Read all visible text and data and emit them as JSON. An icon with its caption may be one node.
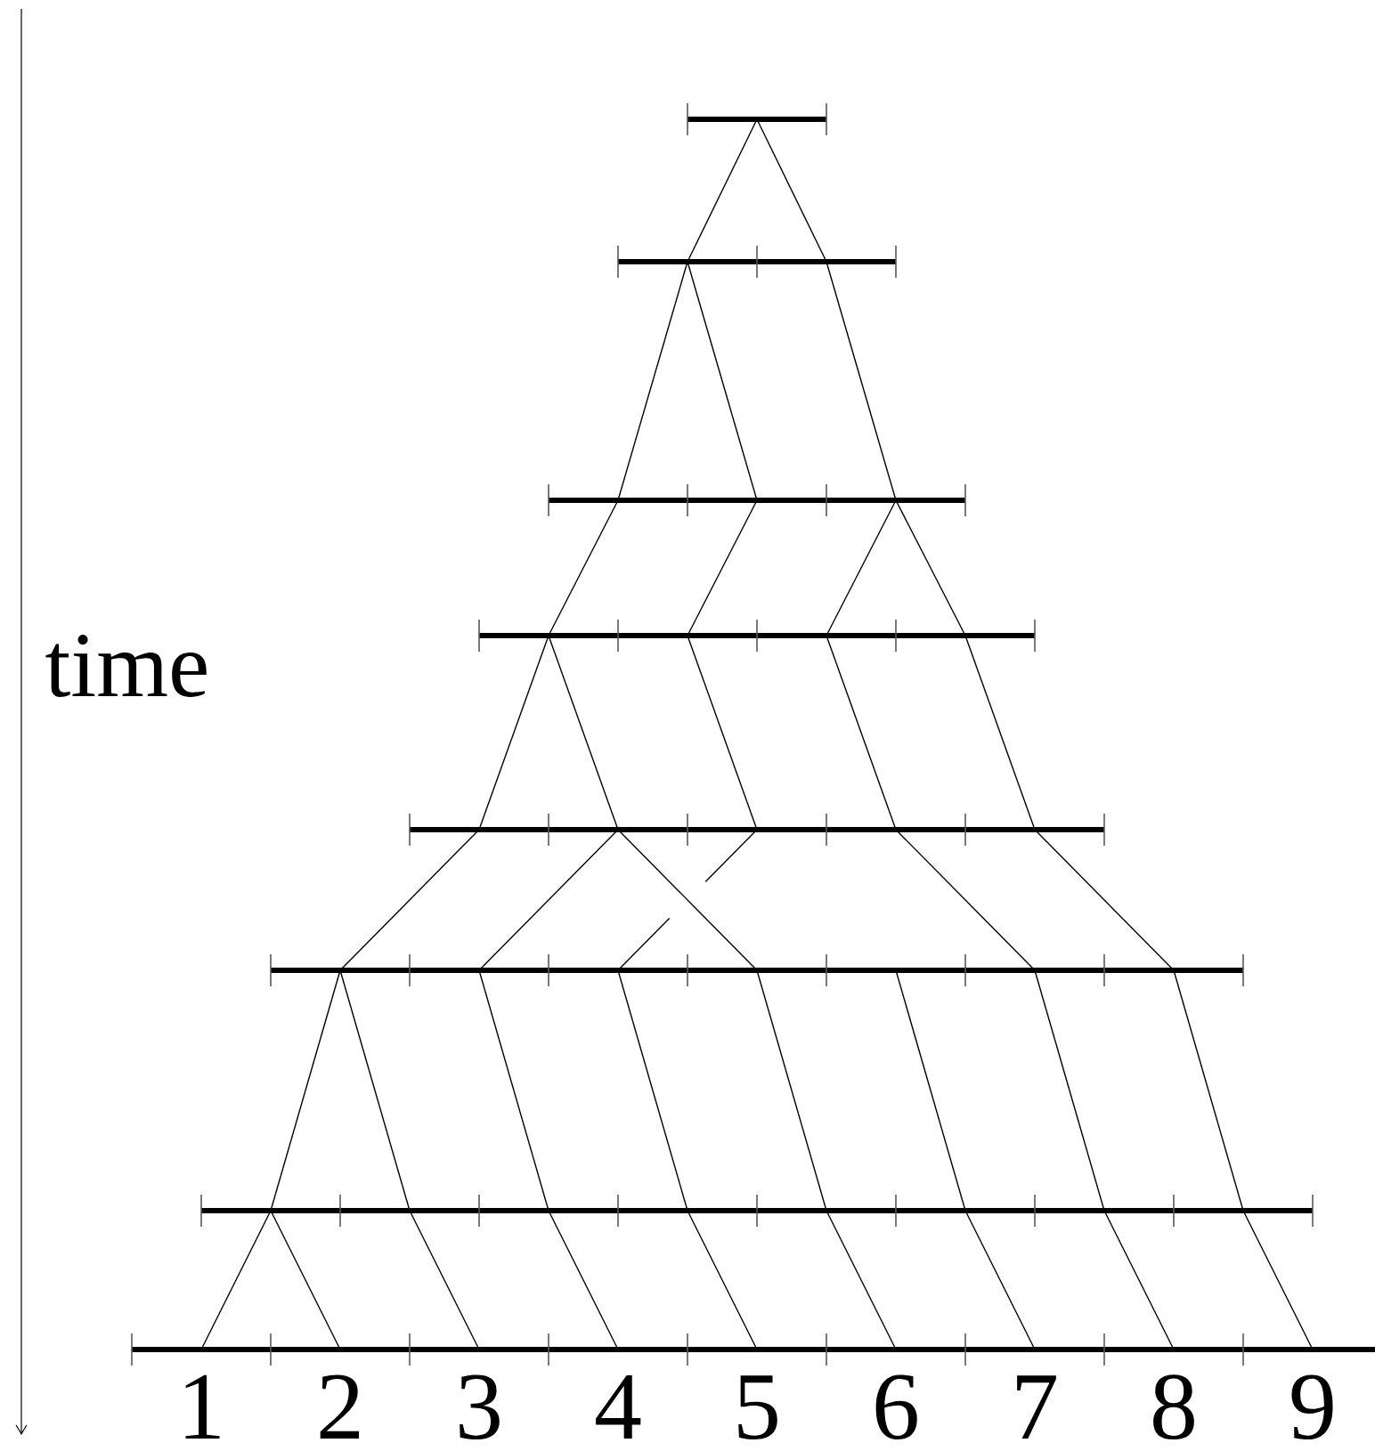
{
  "diagram": {
    "labels": [
      "time",
      "1",
      "2",
      "3",
      "4",
      "5",
      "6",
      "7",
      "8",
      "9"
    ]
  }
}
